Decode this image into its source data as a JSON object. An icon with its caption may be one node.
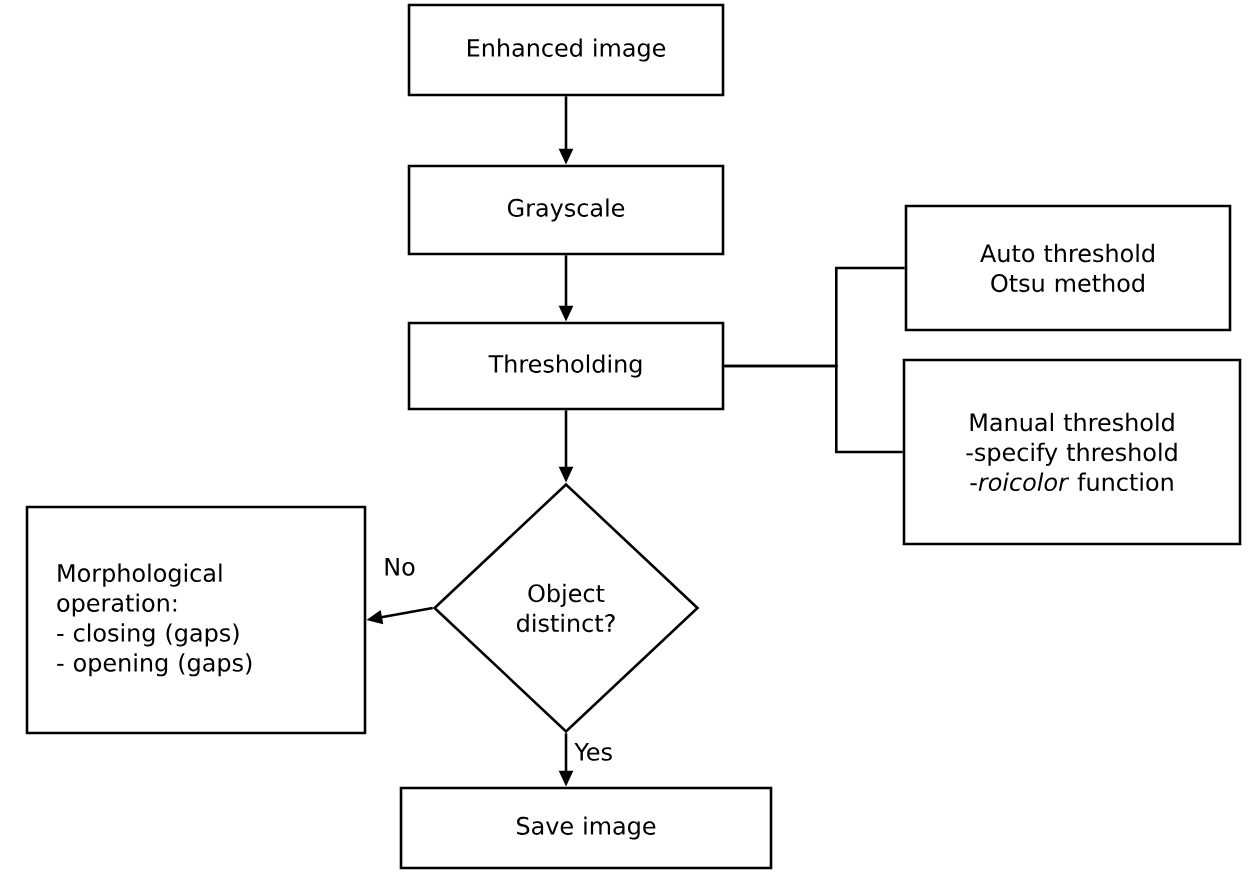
{
  "diagram": {
    "nodes": [
      {
        "text": [
          "Enhanced image"
        ]
      },
      {
        "text": [
          "Grayscale"
        ]
      },
      {
        "text": [
          "Thresholding"
        ]
      },
      {
        "text": [
          "Auto threshold Otsu method"
        ]
      },
      {
        "text": [
          "Manual threshold",
          "-specify threshold",
          "-*roicolor* function"
        ]
      },
      {
        "text": [
          "Morphological operation:",
          "- closing (gaps)",
          "- opening (gaps)"
        ]
      },
      {
        "text": [
          "Object distinct?"
        ]
      },
      {
        "text": [
          "Save image"
        ]
      }
    ],
    "edges": [
      {
        "from": 0,
        "to": 1,
        "arrow": "to"
      },
      {
        "from": 1,
        "to": 2,
        "arrow": "to"
      },
      {
        "from": 2,
        "to": 6,
        "arrow": "to"
      },
      {
        "from": 2,
        "to": 3,
        "arrow": "none"
      },
      {
        "from": 2,
        "to": 4,
        "arrow": "none"
      },
      {
        "from": 6,
        "to": 5,
        "arrow": "to",
        "label": "No"
      },
      {
        "from": 6,
        "to": 7,
        "arrow": "to",
        "label": "Yes"
      }
    ]
  }
}
